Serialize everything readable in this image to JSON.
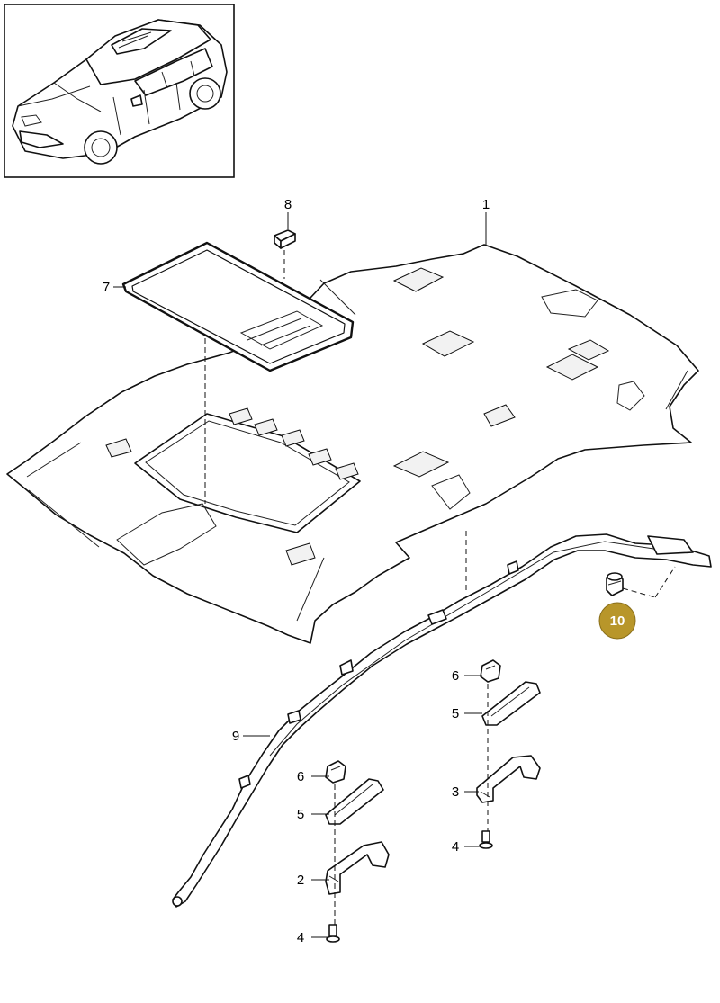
{
  "diagram": {
    "highlight_color": "#b8962a",
    "callouts": [
      {
        "id": "c1",
        "label": "1"
      },
      {
        "id": "c2",
        "label": "2"
      },
      {
        "id": "c3",
        "label": "3"
      },
      {
        "id": "c4a",
        "label": "4"
      },
      {
        "id": "c4b",
        "label": "4"
      },
      {
        "id": "c5a",
        "label": "5"
      },
      {
        "id": "c5b",
        "label": "5"
      },
      {
        "id": "c6a",
        "label": "6"
      },
      {
        "id": "c6b",
        "label": "6"
      },
      {
        "id": "c7",
        "label": "7"
      },
      {
        "id": "c8",
        "label": "8"
      },
      {
        "id": "c9",
        "label": "9"
      },
      {
        "id": "c10",
        "label": "10"
      }
    ]
  }
}
